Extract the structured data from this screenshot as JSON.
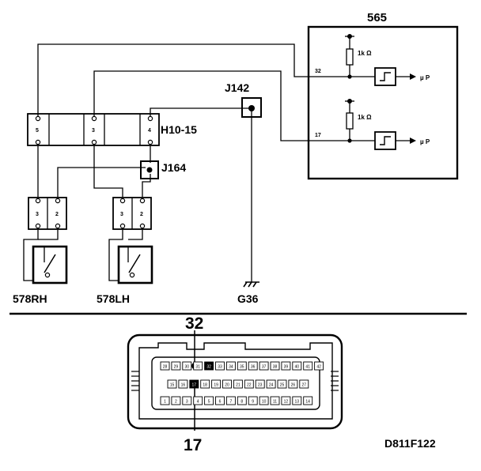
{
  "ecu": {
    "id": "565",
    "resistor_label": "1k Ω",
    "inputs": [
      {
        "pin": "32",
        "output": "µ P"
      },
      {
        "pin": "17",
        "output": "µ P"
      }
    ]
  },
  "connector_block": {
    "id": "H10-15",
    "pins": [
      "5",
      "3",
      "4"
    ]
  },
  "junctions": {
    "j142": "J142",
    "j164": "J164"
  },
  "ground": "G36",
  "switches": [
    {
      "id": "578RH",
      "pins": [
        "3",
        "2"
      ]
    },
    {
      "id": "578LH",
      "pins": [
        "3",
        "2"
      ]
    }
  ],
  "ecu_connector": {
    "callout_top": "32",
    "callout_bottom": "17",
    "row1": [
      "28",
      "29",
      "30",
      "31",
      "32",
      "33",
      "34",
      "35",
      "36",
      "37",
      "38",
      "39",
      "40",
      "41",
      "42"
    ],
    "row2": [
      "15",
      "16",
      "17",
      "18",
      "19",
      "20",
      "21",
      "22",
      "23",
      "24",
      "25",
      "26",
      "27"
    ],
    "row3": [
      "1",
      "2",
      "3",
      "4",
      "5",
      "6",
      "7",
      "8",
      "9",
      "10",
      "11",
      "12",
      "13",
      "14"
    ]
  },
  "figure_code": "D811F122"
}
